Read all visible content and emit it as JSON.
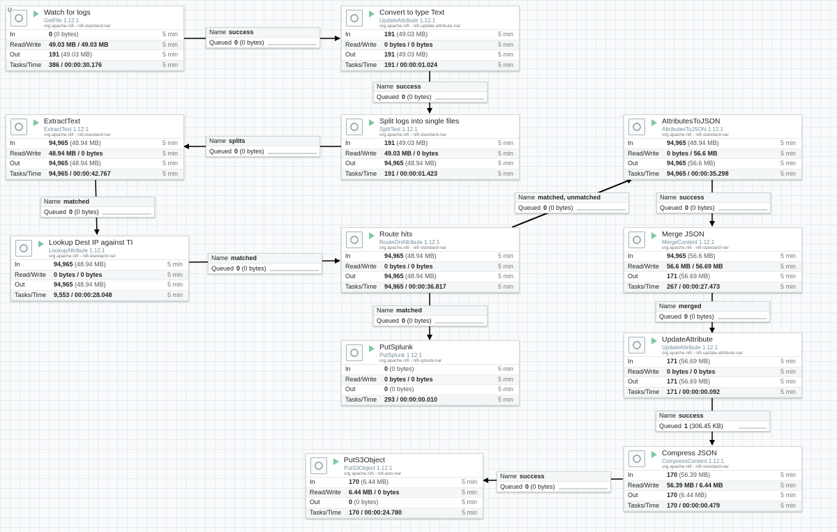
{
  "processors": {
    "watch": {
      "name": "Watch for logs",
      "type": "GetFile 1.12.1",
      "bundle": "org.apache.nifi - nifi-standard-nar",
      "in_count": "0",
      "in_bytes": "(0 bytes)",
      "rw": "49.03 MB / 49.03 MB",
      "out_count": "191",
      "out_bytes": "(49.03 MB)",
      "tasks": "386 / 00:00:30.176",
      "time": "5 min",
      "badge": "U"
    },
    "convert": {
      "name": "Convert to type Text",
      "type": "UpdateAttribute 1.12.1",
      "bundle": "org.apache.nifi - nifi-update-attribute-nar",
      "in_count": "191",
      "in_bytes": "(49.03 MB)",
      "rw": "0 bytes / 0 bytes",
      "out_count": "191",
      "out_bytes": "(49.03 MB)",
      "tasks": "191 / 00:00:01.024",
      "time": "5 min"
    },
    "extract": {
      "name": "ExtractText",
      "type": "ExtractText 1.12.1",
      "bundle": "org.apache.nifi - nifi-standard-nar",
      "in_count": "94,965",
      "in_bytes": "(48.94 MB)",
      "rw": "48.94 MB / 0 bytes",
      "out_count": "94,965",
      "out_bytes": "(48.94 MB)",
      "tasks": "94,965 / 00:00:42.767",
      "time": "5 min"
    },
    "split": {
      "name": "Split logs into single files",
      "type": "SplitText 1.12.1",
      "bundle": "org.apache.nifi - nifi-standard-nar",
      "in_count": "191",
      "in_bytes": "(49.03 MB)",
      "rw": "49.03 MB / 0 bytes",
      "out_count": "94,965",
      "out_bytes": "(48.94 MB)",
      "tasks": "191 / 00:00:01.423",
      "time": "5 min"
    },
    "attrjson": {
      "name": "AttributesToJSON",
      "type": "AttributesToJSON 1.12.1",
      "bundle": "org.apache.nifi - nifi-standard-nar",
      "in_count": "94,965",
      "in_bytes": "(48.94 MB)",
      "rw": "0 bytes / 56.6 MB",
      "out_count": "94,965",
      "out_bytes": "(56.6 MB)",
      "tasks": "94,965 / 00:00:35.298",
      "time": "5 min"
    },
    "lookup": {
      "name": "Lookup Dest IP against TI",
      "type": "LookupAttribute 1.12.1",
      "bundle": "org.apache.nifi - nifi-standard-nar",
      "in_count": "94,965",
      "in_bytes": "(48.94 MB)",
      "rw": "0 bytes / 0 bytes",
      "out_count": "94,965",
      "out_bytes": "(48.94 MB)",
      "tasks": "9,553 / 00:00:28.048",
      "time": "5 min"
    },
    "route": {
      "name": "Route hits",
      "type": "RouteOnAttribute 1.12.1",
      "bundle": "org.apache.nifi - nifi-standard-nar",
      "in_count": "94,965",
      "in_bytes": "(48.94 MB)",
      "rw": "0 bytes / 0 bytes",
      "out_count": "94,965",
      "out_bytes": "(48.94 MB)",
      "tasks": "94,965 / 00:00:36.817",
      "time": "5 min"
    },
    "merge": {
      "name": "Merge JSON",
      "type": "MergeContent 1.12.1",
      "bundle": "org.apache.nifi - nifi-standard-nar",
      "in_count": "94,965",
      "in_bytes": "(56.6 MB)",
      "rw": "56.6 MB / 56.69 MB",
      "out_count": "171",
      "out_bytes": "(56.69 MB)",
      "tasks": "267 / 00:00:27.473",
      "time": "5 min"
    },
    "splunk": {
      "name": "PutSplunk",
      "type": "PutSplunk 1.12.1",
      "bundle": "org.apache.nifi - nifi-splunk-nar",
      "in_count": "0",
      "in_bytes": "(0 bytes)",
      "rw": "0 bytes / 0 bytes",
      "out_count": "0",
      "out_bytes": "(0 bytes)",
      "tasks": "293 / 00:00:00.010",
      "time": "5 min"
    },
    "update": {
      "name": "UpdateAttribute",
      "type": "UpdateAttribute 1.12.1",
      "bundle": "org.apache.nifi - nifi-update-attribute-nar",
      "in_count": "171",
      "in_bytes": "(56.69 MB)",
      "rw": "0 bytes / 0 bytes",
      "out_count": "171",
      "out_bytes": "(56.69 MB)",
      "tasks": "171 / 00:00:00.092",
      "time": "5 min"
    },
    "compress": {
      "name": "Compress JSON",
      "type": "CompressContent 1.12.1",
      "bundle": "org.apache.nifi - nifi-standard-nar",
      "in_count": "170",
      "in_bytes": "(56.39 MB)",
      "rw": "56.39 MB / 6.44 MB",
      "out_count": "170",
      "out_bytes": "(6.44 MB)",
      "tasks": "170 / 00:00:00.479",
      "time": "5 min"
    },
    "s3": {
      "name": "PutS3Object",
      "type": "PutS3Object 1.12.1",
      "bundle": "org.apache.nifi - nifi-aws-nar",
      "in_count": "170",
      "in_bytes": "(6.44 MB)",
      "rw": "6.44 MB / 0 bytes",
      "out_count": "0",
      "out_bytes": "(0 bytes)",
      "tasks": "170 / 00:00:24.780",
      "time": "5 min"
    }
  },
  "row_labels": {
    "in": "In",
    "rw": "Read/Write",
    "out": "Out",
    "tasks": "Tasks/Time"
  },
  "conn_labels": {
    "name": "Name",
    "queued": "Queued"
  },
  "connections": {
    "c1": {
      "name": "success",
      "queued_count": "0",
      "queued_bytes": "(0 bytes)"
    },
    "c2": {
      "name": "success",
      "queued_count": "0",
      "queued_bytes": "(0 bytes)"
    },
    "c3": {
      "name": "splits",
      "queued_count": "0",
      "queued_bytes": "(0 bytes)"
    },
    "c4": {
      "name": "matched",
      "queued_count": "0",
      "queued_bytes": "(0 bytes)"
    },
    "c5": {
      "name": "matched",
      "queued_count": "0",
      "queued_bytes": "(0 bytes)"
    },
    "c6": {
      "name": "matched, unmatched",
      "queued_count": "0",
      "queued_bytes": "(0 bytes)"
    },
    "c7": {
      "name": "success",
      "queued_count": "0",
      "queued_bytes": "(0 bytes)"
    },
    "c8": {
      "name": "matched",
      "queued_count": "0",
      "queued_bytes": "(0 bytes)"
    },
    "c9": {
      "name": "merged",
      "queued_count": "0",
      "queued_bytes": "(0 bytes)"
    },
    "c10": {
      "name": "success",
      "queued_count": "1",
      "queued_bytes": "(306.45 KB)"
    },
    "c11": {
      "name": "success",
      "queued_count": "0",
      "queued_bytes": "(0 bytes)"
    }
  }
}
